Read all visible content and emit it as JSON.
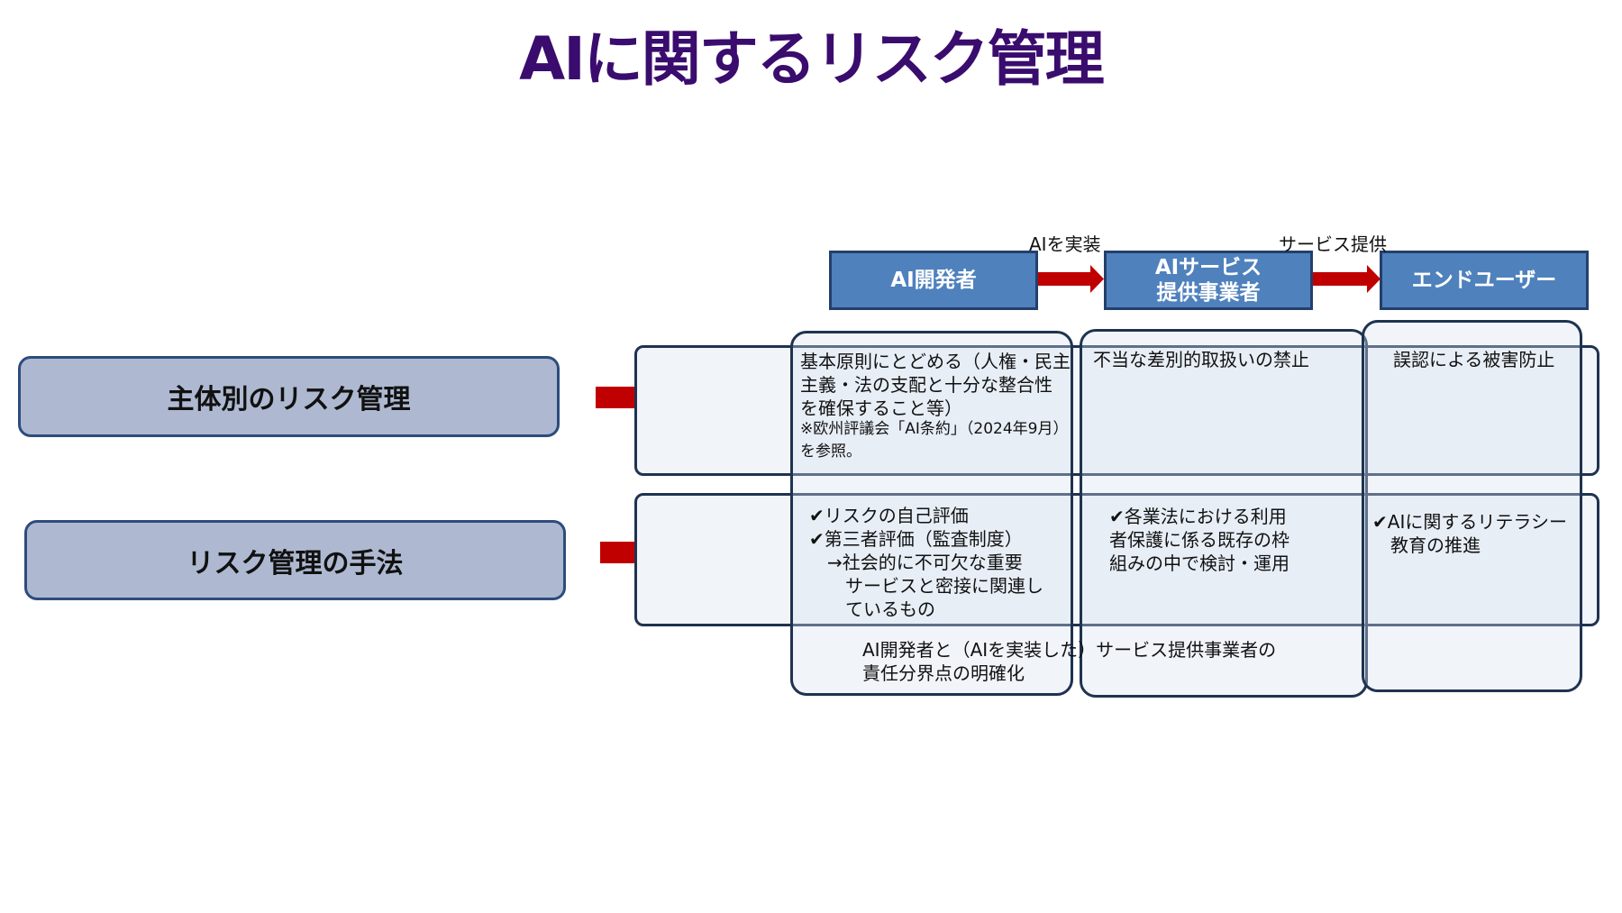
{
  "title": "AIに関するリスク管理",
  "left_labels": [
    "主体別のリスク管理",
    "リスク管理の手法"
  ],
  "actors": [
    "AI開発者",
    "AIサービス\n提供事業者",
    "エンドユーザー"
  ],
  "flows": [
    "AIを実装",
    "サービス提供"
  ],
  "row1": {
    "developer": "基本原則にとどめる（人権・民主\n主義・法の支配と十分な整合性\nを確保すること等）",
    "developer_note": "※欧州評議会「AI条約」（2024年9月）\nを参照。",
    "service": "不当な差別的取扱いの禁止",
    "enduser": "誤認による被害防止"
  },
  "row2": {
    "developer": "✔リスクの自己評価\n✔第三者評価（監査制度）\n　→社会的に不可欠な重要\n　　サービスと密接に関連し\n　　ているもの",
    "service": "✔各業法における利用\n者保護に係る既存の枠\n組みの中で検討・運用",
    "enduser": "✔AIに関するリテラシー\n　教育の推進"
  },
  "bottom_note": "AI開発者と（AIを実装した）サービス提供事業者の\n責任分界点の明確化",
  "colors": {
    "title": "#3a0c6e",
    "actor": "#4f81bd",
    "arrow": "#c00000",
    "left_box": "#aeb9d1",
    "border": "#1f3350"
  }
}
